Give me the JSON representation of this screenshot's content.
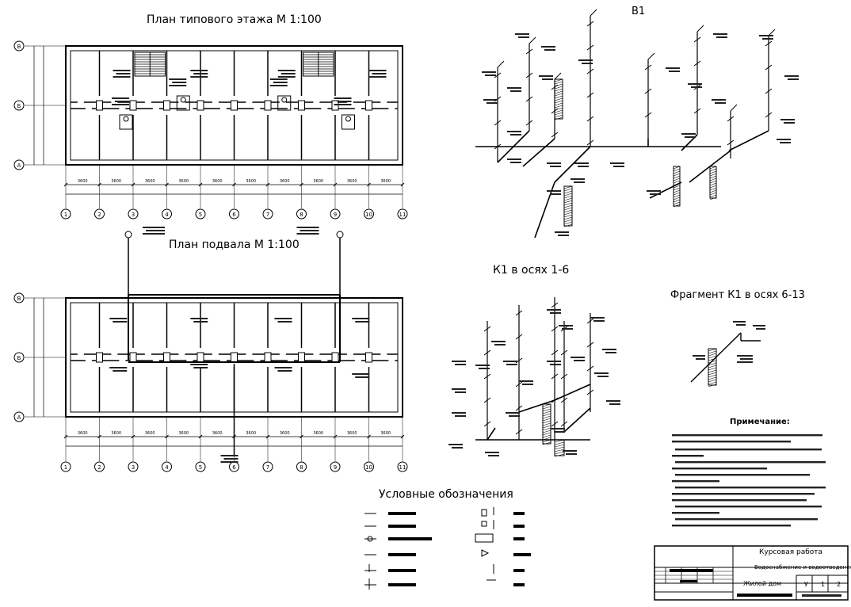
{
  "titles": {
    "floor_plan": "План типового этажа М 1:100",
    "basement_plan": "План подвала М 1:100",
    "riser_v1": "В1",
    "riser_k1_axes": "К1 в осях 1-6",
    "fragment_k1": "Фрагмент К1 в осях 6-13",
    "legend": "Условные обозначения",
    "notes": "Примечание:"
  },
  "axes": {
    "columns": [
      "1",
      "2",
      "3",
      "4",
      "5",
      "6",
      "7",
      "8",
      "9",
      "10",
      "11"
    ],
    "rows": [
      "В",
      "Б",
      "А"
    ]
  },
  "stamp": {
    "work_title": "Курсовая работа",
    "subject": "Водоснабжение и водоотведение",
    "sheet_name": "Жилой дом",
    "stage": "У",
    "sheet": "1",
    "sheets": "2"
  }
}
